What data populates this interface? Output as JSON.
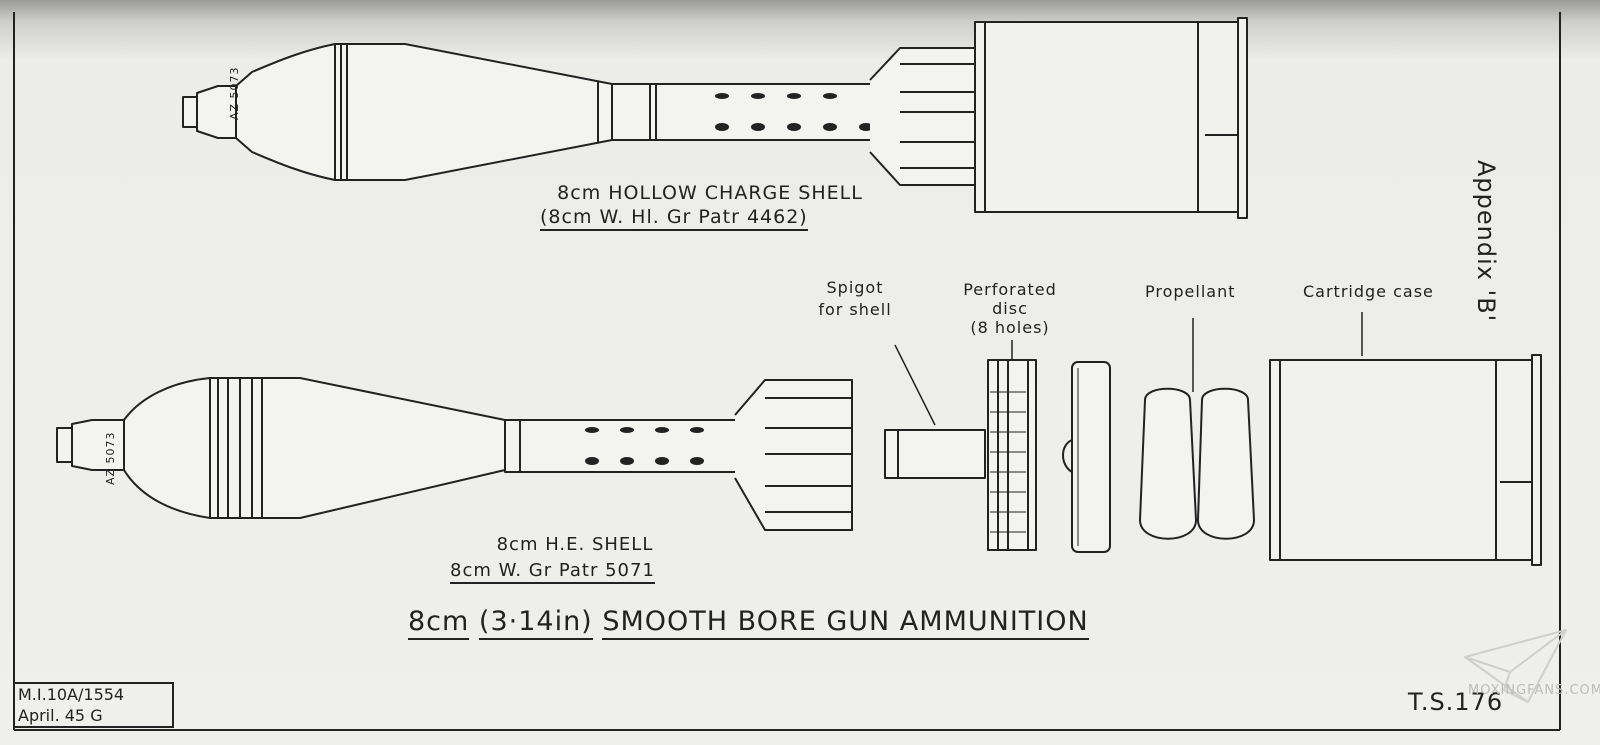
{
  "appendix": "Appendix 'B'",
  "shells": {
    "hollow_charge": {
      "title": "8cm HOLLOW CHARGE SHELL",
      "subtitle": "(8cm W. Hl. Gr Patr 4462)",
      "fuze_mark": "AZ 5073"
    },
    "he": {
      "title": "8cm H.E. SHELL",
      "subtitle": "8cm W. Gr Patr 5071",
      "fuze_mark": "AZ 5073"
    }
  },
  "components": {
    "spigot": "Spigot\nfor shell",
    "perforated_disc": "Perforated\ndisc\n(8 holes)",
    "propellant": "Propellant",
    "cartridge_case": "Cartridge case"
  },
  "main_title": {
    "size": "8cm",
    "inches": "(3·14in)",
    "text": "SMOOTH BORE GUN AMMUNITION"
  },
  "reference": {
    "line1": "M.I.10A/1554",
    "line2": "April. 45 G"
  },
  "sheet_number": "T.S.176",
  "watermark": "MOXINGFANS.COM"
}
